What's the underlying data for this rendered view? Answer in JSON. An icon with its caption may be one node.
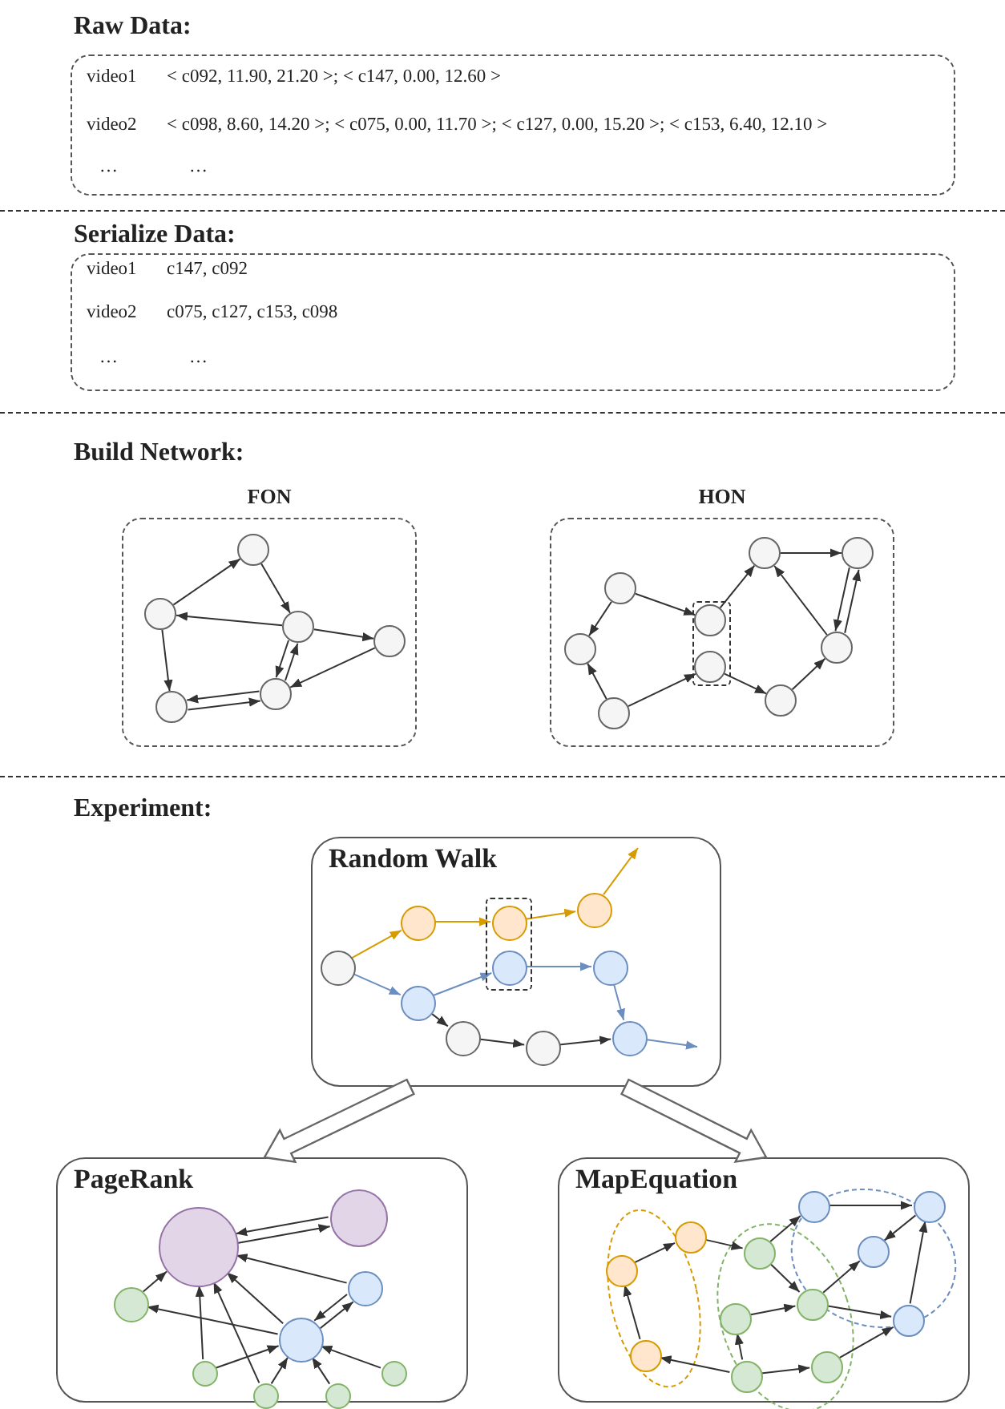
{
  "diagram": {
    "nodes": [
      {
        "text": [
          "Raw Data:",
          "video1",
          "< c092, 11.90, 21.20 >; < c147, 0.00, 12.60 >",
          "video2",
          "< c098, 8.60, 14.20 >; < c075, 0.00, 11.70 >; < c127, 0.00, 15.20 >; < c153, 6.40, 12.10 >",
          "…",
          "…"
        ]
      },
      {
        "text": [
          "Serialize Data:",
          "video1",
          "c147, c092",
          "video2",
          "c075, c127, c153, c098",
          "…",
          "…"
        ]
      },
      {
        "text": [
          "FON"
        ]
      },
      {
        "text": [],
        "shape": "circle",
        "in": 2
      },
      {
        "text": [],
        "shape": "circle",
        "in": 2
      },
      {
        "text": [],
        "shape": "circle",
        "in": 2
      },
      {
        "text": [],
        "shape": "circle",
        "in": 2
      },
      {
        "text": [],
        "shape": "circle",
        "in": 2
      },
      {
        "text": [],
        "shape": "circle",
        "in": 2
      },
      {
        "text": [
          "HON"
        ]
      },
      {
        "text": [],
        "shape": "circle",
        "in": 9
      },
      {
        "text": [],
        "shape": "circle",
        "in": 9
      },
      {
        "text": [],
        "shape": "circle",
        "in": 9
      },
      {
        "text": [],
        "shape": "circle",
        "in": 9
      },
      {
        "text": [],
        "shape": "circle",
        "in": 9
      },
      {
        "text": [],
        "shape": "circle",
        "in": 9
      },
      {
        "text": [],
        "shape": "circle",
        "in": 9
      },
      {
        "text": [],
        "shape": "circle",
        "in": 9
      },
      {
        "text": [],
        "shape": "circle",
        "in": 9
      },
      {
        "text": [
          "Random Walk"
        ]
      },
      {
        "text": [],
        "shape": "circle",
        "in": 19
      },
      {
        "text": [],
        "shape": "circle",
        "in": 19
      },
      {
        "text": [],
        "shape": "circle",
        "in": 19
      },
      {
        "text": [],
        "shape": "circle",
        "in": 19
      },
      {
        "text": [],
        "shape": "circle",
        "in": 19
      },
      {
        "text": [],
        "shape": "circle",
        "in": 19
      },
      {
        "text": [],
        "shape": "circle",
        "in": 19
      },
      {
        "text": [],
        "shape": "circle",
        "in": 19
      },
      {
        "text": [],
        "shape": "circle",
        "in": 19
      },
      {
        "text": [],
        "shape": "circle",
        "in": 19
      },
      {
        "text": [
          "PageRank"
        ]
      },
      {
        "text": [],
        "shape": "circle",
        "in": 30
      },
      {
        "text": [],
        "shape": "circle",
        "in": 30
      },
      {
        "text": [],
        "shape": "circle",
        "in": 30
      },
      {
        "text": [],
        "shape": "circle",
        "in": 30
      },
      {
        "text": [],
        "shape": "circle",
        "in": 30
      },
      {
        "text": [],
        "shape": "circle",
        "in": 30
      },
      {
        "text": [],
        "shape": "circle",
        "in": 30
      },
      {
        "text": [],
        "shape": "circle",
        "in": 30
      },
      {
        "text": [],
        "shape": "circle",
        "in": 30
      },
      {
        "text": [
          "MapEquation"
        ]
      },
      {
        "text": [],
        "shape": "circle",
        "in": 40
      },
      {
        "text": [],
        "shape": "circle",
        "in": 40
      },
      {
        "text": [],
        "shape": "circle",
        "in": 40
      },
      {
        "text": [],
        "shape": "circle",
        "in": 40
      },
      {
        "text": [],
        "shape": "circle",
        "in": 40
      },
      {
        "text": [],
        "shape": "circle",
        "in": 40
      },
      {
        "text": [],
        "shape": "circle",
        "in": 40
      },
      {
        "text": [],
        "shape": "circle",
        "in": 40
      },
      {
        "text": [],
        "shape": "circle",
        "in": 40
      },
      {
        "text": [],
        "shape": "circle",
        "in": 40
      },
      {
        "text": [],
        "shape": "circle",
        "in": 40
      },
      {
        "text": [],
        "shape": "circle",
        "in": 40
      }
    ],
    "edges": [
      {
        "from": 4,
        "to": 3,
        "arrow": "to"
      },
      {
        "from": 3,
        "to": 5,
        "arrow": "to"
      },
      {
        "from": 5,
        "to": 4,
        "arrow": "to"
      },
      {
        "from": 4,
        "to": 7,
        "arrow": "to"
      },
      {
        "from": 5,
        "to": 6,
        "arrow": "to"
      },
      {
        "from": 6,
        "to": 8,
        "arrow": "to"
      },
      {
        "from": 7,
        "to": 8,
        "arrow": "to"
      },
      {
        "from": 8,
        "to": 7,
        "arrow": "to"
      },
      {
        "from": 8,
        "to": 5,
        "arrow": "to"
      },
      {
        "from": 5,
        "to": 8,
        "arrow": "to"
      },
      {
        "from": 10,
        "to": 11,
        "arrow": "to"
      },
      {
        "from": 10,
        "to": 13,
        "arrow": "to"
      },
      {
        "from": 12,
        "to": 11,
        "arrow": "to"
      },
      {
        "from": 12,
        "to": 14,
        "arrow": "to"
      },
      {
        "from": 13,
        "to": 15,
        "arrow": "to"
      },
      {
        "from": 14,
        "to": 18,
        "arrow": "to"
      },
      {
        "from": 18,
        "to": 17,
        "arrow": "to"
      },
      {
        "from": 17,
        "to": 15,
        "arrow": "to"
      },
      {
        "from": 15,
        "to": 16,
        "arrow": "to"
      },
      {
        "from": 16,
        "to": 17,
        "arrow": "to"
      },
      {
        "from": 17,
        "to": 16,
        "arrow": "to"
      },
      {
        "from": 20,
        "to": 21,
        "arrow": "to",
        "color": "#d79b00"
      },
      {
        "from": 21,
        "to": 22,
        "arrow": "to",
        "color": "#d79b00"
      },
      {
        "from": 22,
        "to": 23,
        "arrow": "to",
        "color": "#d79b00"
      },
      {
        "from": 23,
        "to": null,
        "arrow": "to",
        "color": "#d79b00"
      },
      {
        "from": 20,
        "to": 24,
        "arrow": "to",
        "color": "#6c8ebf"
      },
      {
        "from": 24,
        "to": 25,
        "arrow": "to",
        "color": "#6c8ebf"
      },
      {
        "from": 25,
        "to": 26,
        "arrow": "to",
        "color": "#6c8ebf"
      },
      {
        "from": 26,
        "to": 29,
        "arrow": "to",
        "color": "#6c8ebf"
      },
      {
        "from": 29,
        "to": null,
        "arrow": "to",
        "color": "#6c8ebf"
      },
      {
        "from": 24,
        "to": 27,
        "arrow": "to"
      },
      {
        "from": 27,
        "to": 28,
        "arrow": "to"
      },
      {
        "from": 28,
        "to": 29,
        "arrow": "to"
      },
      {
        "from": 19,
        "to": 30,
        "arrow": "to",
        "style": "thick"
      },
      {
        "from": 19,
        "to": 40,
        "arrow": "to",
        "style": "thick"
      },
      {
        "from": 31,
        "to": 32,
        "arrow": "to"
      },
      {
        "from": 32,
        "to": 31,
        "arrow": "to"
      },
      {
        "from": 33,
        "to": 31,
        "arrow": "to"
      },
      {
        "from": 34,
        "to": 31,
        "arrow": "to"
      },
      {
        "from": 35,
        "to": 31,
        "arrow": "to"
      },
      {
        "from": 35,
        "to": 34,
        "arrow": "to"
      },
      {
        "from": 35,
        "to": 33,
        "arrow": "to"
      },
      {
        "from": 33,
        "to": 35,
        "arrow": "to"
      },
      {
        "from": 36,
        "to": 31,
        "arrow": "to"
      },
      {
        "from": 36,
        "to": 35,
        "arrow": "to"
      },
      {
        "from": 37,
        "to": 31,
        "arrow": "to"
      },
      {
        "from": 37,
        "to": 35,
        "arrow": "to"
      },
      {
        "from": 38,
        "to": 35,
        "arrow": "to"
      },
      {
        "from": 39,
        "to": 35,
        "arrow": "to"
      },
      {
        "from": 42,
        "to": 41,
        "arrow": "to"
      },
      {
        "from": 43,
        "to": 42,
        "arrow": "to"
      },
      {
        "from": 41,
        "to": 44,
        "arrow": "to"
      },
      {
        "from": 44,
        "to": 49,
        "arrow": "to"
      },
      {
        "from": 44,
        "to": 45,
        "arrow": "to"
      },
      {
        "from": 46,
        "to": 45,
        "arrow": "to"
      },
      {
        "from": 47,
        "to": 46,
        "arrow": "to"
      },
      {
        "from": 47,
        "to": 48,
        "arrow": "to"
      },
      {
        "from": 47,
        "to": 43,
        "arrow": "to"
      },
      {
        "from": 45,
        "to": 51,
        "arrow": "to"
      },
      {
        "from": 45,
        "to": 52,
        "arrow": "to"
      },
      {
        "from": 48,
        "to": 52,
        "arrow": "to"
      },
      {
        "from": 49,
        "to": 50,
        "arrow": "to"
      },
      {
        "from": 50,
        "to": 51,
        "arrow": "to"
      },
      {
        "from": 52,
        "to": 50,
        "arrow": "to"
      }
    ],
    "labels": [
      "Build Network:",
      "Experiment:"
    ]
  }
}
